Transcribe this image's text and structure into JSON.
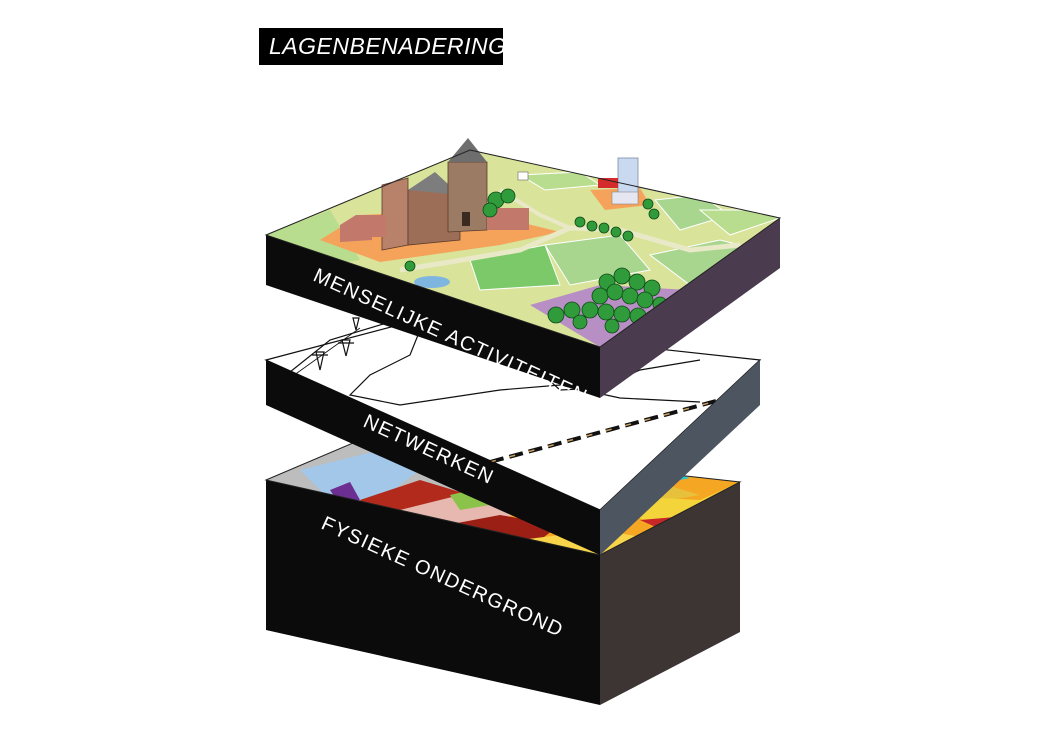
{
  "title": "LAGENBENADERING",
  "layers": [
    {
      "id": "human",
      "label": "MENSELIJKE  ACTIVITEITEN"
    },
    {
      "id": "networks",
      "label": "NETWERKEN"
    },
    {
      "id": "physical",
      "label": "FYSIEKE ONDERGROND"
    }
  ],
  "colors": {
    "human_top": "#d9e39a",
    "human_side": "#4a3b4f",
    "networks_top": "#ffffff",
    "networks_side": "#4d5660",
    "physical_side": "#3d3434",
    "orange_zone": "#f5a35a",
    "purple_zone": "#b88fc4",
    "tree_green": "#2f9b3a"
  }
}
